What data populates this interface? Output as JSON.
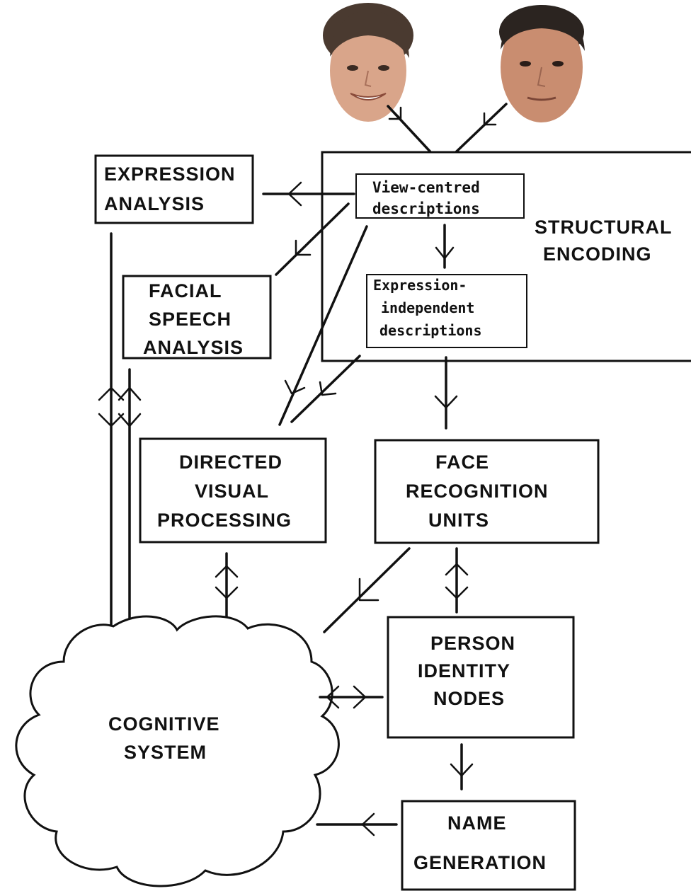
{
  "boxes": {
    "expression_analysis": [
      "EXPRESSION",
      "ANALYSIS"
    ],
    "facial_speech_analysis": [
      "FACIAL",
      "SPEECH",
      "ANALYSIS"
    ],
    "view_centred": [
      "View-centred",
      "descriptions"
    ],
    "expression_independent": [
      "Expression-",
      "independent",
      "descriptions"
    ],
    "structural_encoding": [
      "STRUCTURAL",
      "ENCODING"
    ],
    "directed_visual_processing": [
      "DIRECTED",
      "VISUAL",
      "PROCESSING"
    ],
    "face_recognition_units": [
      "FACE",
      "RECOGNITION",
      "UNITS"
    ],
    "person_identity_nodes": [
      "PERSON",
      "IDENTITY",
      "NODES"
    ],
    "cognitive_system": [
      "COGNITIVE",
      "SYSTEM"
    ],
    "name_generation": [
      "NAME",
      "GENERATION"
    ]
  },
  "photos": [
    {
      "name": "woman-face-photo",
      "skin": "#d9a58a",
      "hair": "#4a3a30"
    },
    {
      "name": "man-face-photo",
      "skin": "#c98d70",
      "hair": "#2b2420"
    }
  ]
}
